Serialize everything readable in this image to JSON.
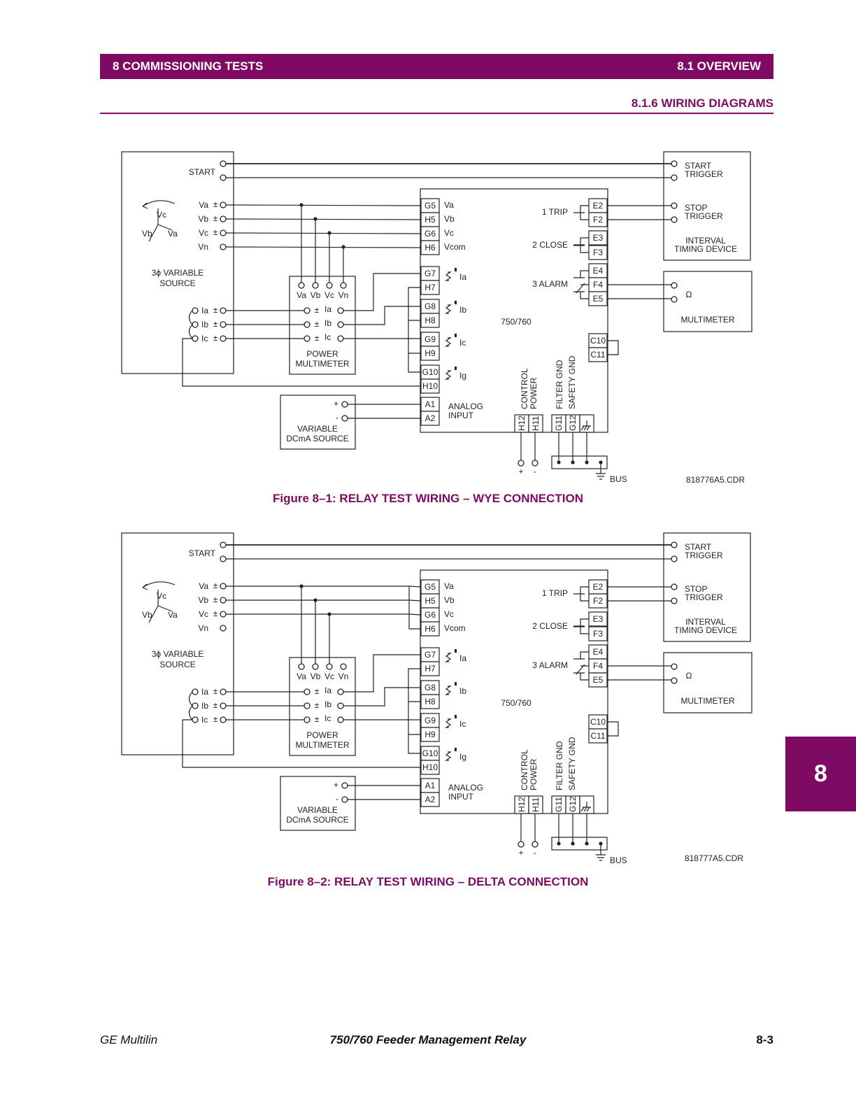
{
  "header": {
    "left": "8 COMMISSIONING TESTS",
    "right": "8.1 OVERVIEW"
  },
  "section_title": "8.1.6 WIRING DIAGRAMS",
  "side_tab": "8",
  "footer": {
    "left": "GE Multilin",
    "center": "750/760 Feeder Management Relay",
    "right": "8-3"
  },
  "labels": {
    "start": "START",
    "va": "Va",
    "vb": "Vb",
    "vc": "Vc",
    "vn": "Vn",
    "vcom": "Vcom",
    "ia": "Ia",
    "ib": "Ib",
    "ic": "Ic",
    "ig": "Ig",
    "src_line1": "3ϕ VARIABLE",
    "src_line2": "SOURCE",
    "pm_line1": "POWER",
    "pm_line2": "MULTIMETER",
    "dc_line1": "VARIABLE",
    "dc_line2": "DCmA SOURCE",
    "plus": "+",
    "minus": "-",
    "pm": "±",
    "relay": "750/760",
    "analog1": "ANALOG",
    "analog2": "INPUT",
    "trip": "1 TRIP",
    "close": "2 CLOSE",
    "alarm": "3 ALARM",
    "ctrl1": "CONTROL",
    "ctrl2": "POWER",
    "filter_gnd": "FILTER GND",
    "safety_gnd": "SAFETY GND",
    "bus": "BUS",
    "start_trig1": "START",
    "start_trig2": "TRIGGER",
    "stop_trig1": "STOP",
    "stop_trig2": "TRIGGER",
    "timing1": "INTERVAL",
    "timing2": "TIMING DEVICE",
    "ohm": "Ω",
    "multimeter": "MULTIMETER",
    "t_g5": "G5",
    "t_h5": "H5",
    "t_g6": "G6",
    "t_h6": "H6",
    "t_g7": "G7",
    "t_h7": "H7",
    "t_g8": "G8",
    "t_h8": "H8",
    "t_g9": "G9",
    "t_h9": "H9",
    "t_g10": "G10",
    "t_h10": "H10",
    "t_a1": "A1",
    "t_a2": "A2",
    "t_e2": "E2",
    "t_f2": "F2",
    "t_e3": "E3",
    "t_f3": "F3",
    "t_e4": "E4",
    "t_f4": "F4",
    "t_e5": "E5",
    "t_c10": "C10",
    "t_c11": "C11",
    "t_h12": "H12",
    "t_h11": "H11",
    "t_g11": "G11",
    "t_g12": "G12"
  },
  "figures": [
    {
      "caption": "Figure 8–1: RELAY TEST WIRING – WYE CONNECTION",
      "code": "818776A5.CDR"
    },
    {
      "caption": "Figure 8–2: RELAY TEST WIRING – DELTA CONNECTION",
      "code": "818777A5.CDR"
    }
  ]
}
